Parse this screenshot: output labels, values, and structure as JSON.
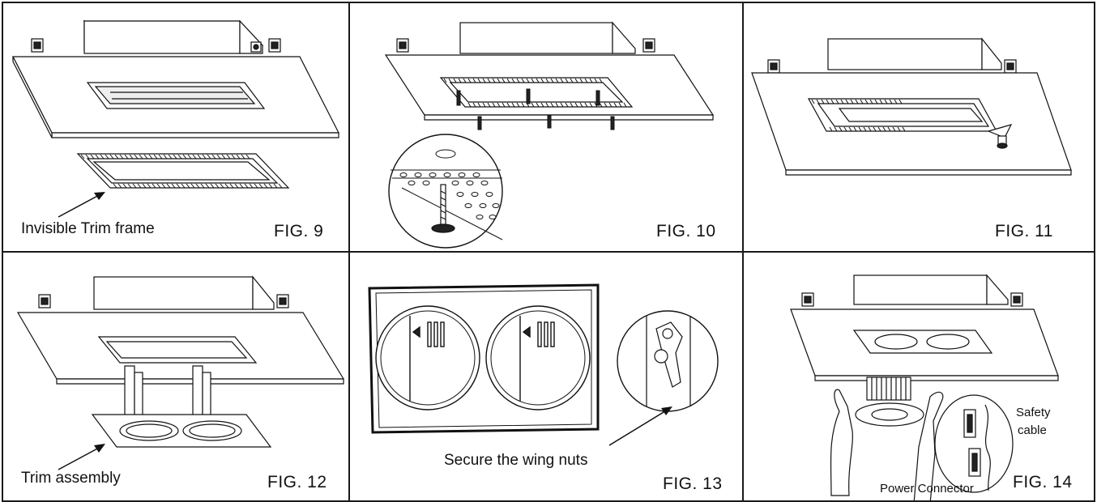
{
  "panels": [
    {
      "figure": "FIG. 9",
      "caption": "Invisible Trim frame"
    },
    {
      "figure": "FIG. 10"
    },
    {
      "figure": "FIG. 11"
    },
    {
      "figure": "FIG. 12",
      "caption": "Trim assembly"
    },
    {
      "figure": "FIG. 13",
      "caption": "Secure the wing nuts"
    },
    {
      "figure": "FIG. 14",
      "caption": "Power Connector",
      "side_label_1": "Safety",
      "side_label_2": "cable"
    }
  ]
}
